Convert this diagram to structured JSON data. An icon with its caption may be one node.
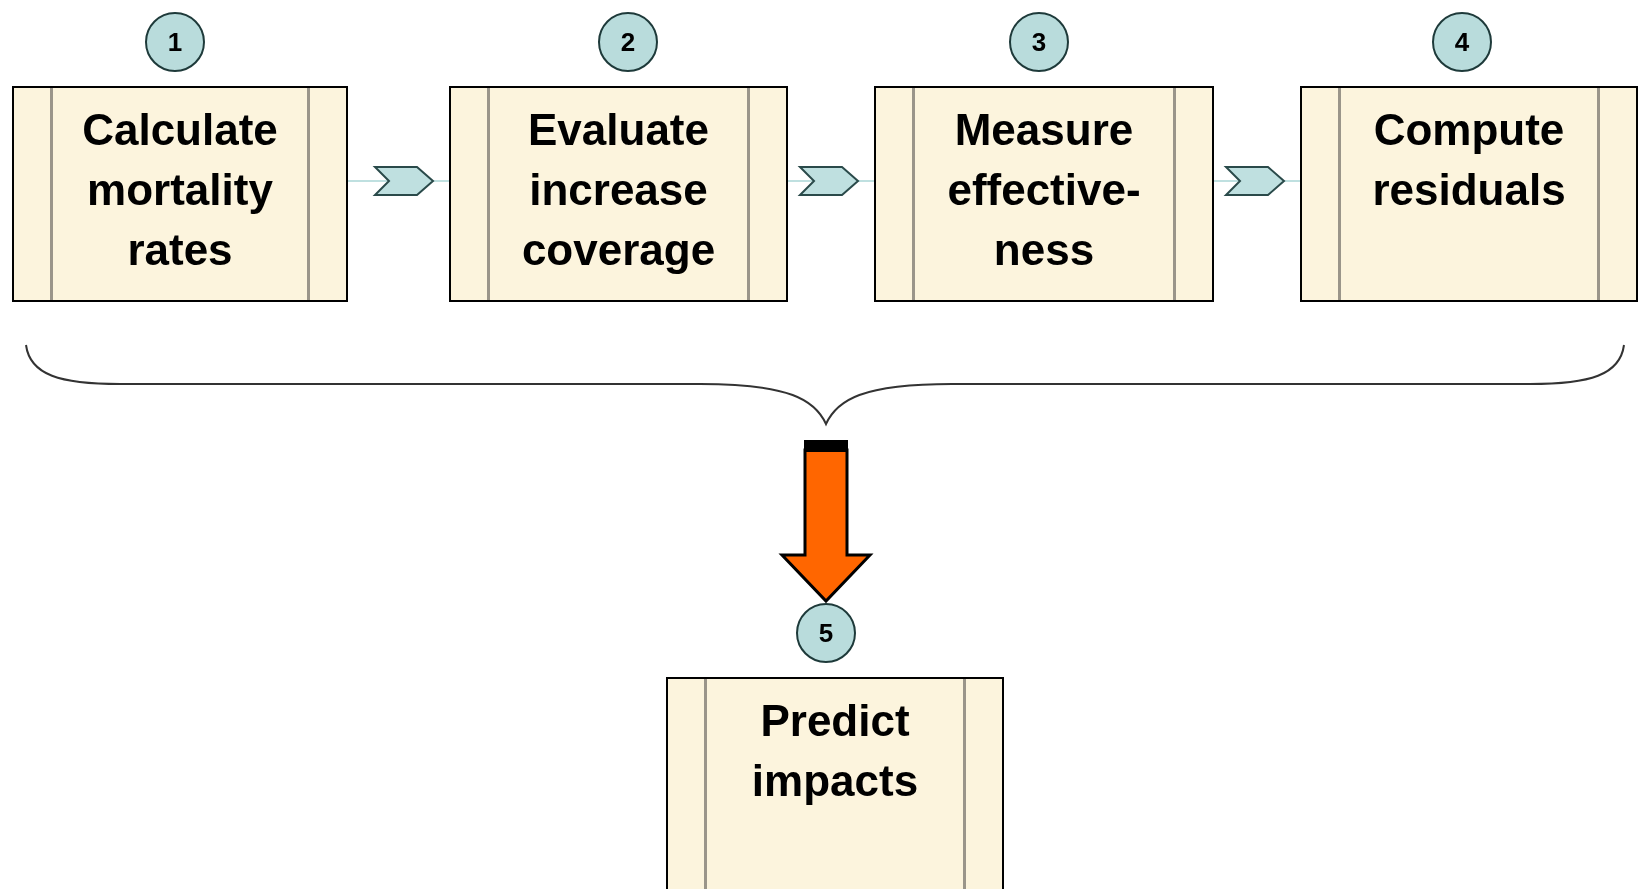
{
  "diagram": {
    "nodes": [
      {
        "text": [
          "1"
        ]
      },
      {
        "text": [
          "2"
        ]
      },
      {
        "text": [
          "3"
        ]
      },
      {
        "text": [
          "4"
        ]
      },
      {
        "text": [
          "Calculate mortality rates"
        ]
      },
      {
        "text": [
          "Evaluate increase coverage"
        ]
      },
      {
        "text": [
          "Measure effective-ness"
        ]
      },
      {
        "text": [
          "Compute residuals"
        ]
      },
      {
        "text": [
          "5"
        ]
      },
      {
        "text": [
          "Predict impacts"
        ]
      }
    ],
    "edges": [
      {
        "from": 4,
        "to": 5,
        "arrow": "to"
      },
      {
        "from": 5,
        "to": 6,
        "arrow": "to"
      },
      {
        "from": 6,
        "to": 7,
        "arrow": "to"
      },
      {
        "from": null,
        "to": 8,
        "arrow": "to",
        "style": "thick",
        "color": "#ff6600"
      }
    ]
  }
}
